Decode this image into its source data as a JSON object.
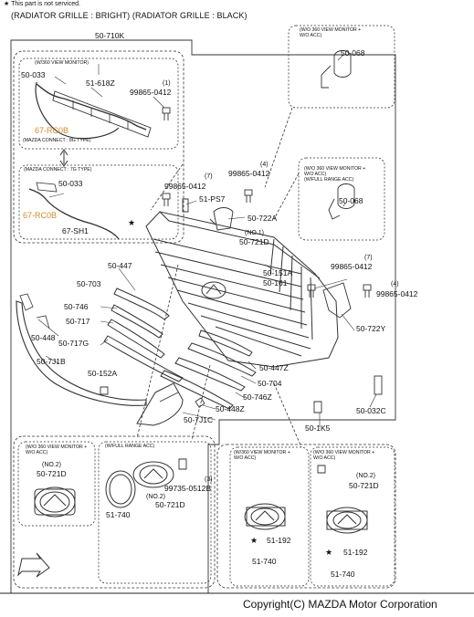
{
  "note": {
    "star": "★",
    "text": "This part is not serviced."
  },
  "header": {
    "text": "(RADIATOR GRILLE : BRIGHT) (RADIATOR GRILLE : BLACK)"
  },
  "copyright": "Copyright(C) MAZDA Motor Corporation",
  "boxes": {
    "w360": "(W/360 VIEW MONITOR)",
    "mc8": "(MAZDA CONNECT : 8G TYPE)",
    "mc7": "(MAZDA CONNECT : 7G TYPE)",
    "wo360_a": "(W/O 360 VIEW MONITOR +\nW/O ACC)",
    "wo360_b": "(W/O 360 VIEW MONITOR +\nW/O ACC)\n(W/FULL RANGE ACC)",
    "bl_wo360": "(W/O 360 VIEW MONITOR +\nW/O ACC)",
    "bl_full": "(W/FULL RANGE ACC)",
    "br_w360": "(W/360 VIEW MONITOR +\nW/O ACC)",
    "br_wo360": "(W/O 360 VIEW MONITOR +\nW/O ACC)"
  },
  "parts": {
    "p50_710K": "50-710K",
    "p50_033a": "50-033",
    "p51_618Z": "51-618Z",
    "p99865_a": "99865-0412",
    "q1": "(1)",
    "p67_RC0B_a": "67-RC0B",
    "p50_033b": "50-033",
    "p67_RC0B_b": "67-RC0B",
    "p67_SH1": "67-SH1",
    "p50_068a": "50-068",
    "p50_068b": "50-068",
    "q7a": "(7)",
    "p99865_b": "99865-0412",
    "q4a": "(4)",
    "p99865_c": "99865-0412",
    "p51_PS7": "51-PS7",
    "p50_722A": "50-722A",
    "no1": "(NO.1)",
    "p50_721D_top": "50-721D",
    "p50_447": "50-447",
    "p50_151A": "50-151A",
    "p50_161": "50-161",
    "q7b": "(7)",
    "p99865_d": "99865-0412",
    "q4b": "(4)",
    "p99865_e": "99865-0412",
    "p50_703": "50-703",
    "p50_746": "50-746",
    "p50_717": "50-717",
    "p50_722Y": "50-722Y",
    "p50_448": "50-448",
    "p50_717G": "50-717G",
    "p50_7J1B": "50-7J1B",
    "p50_447Z": "50-447Z",
    "p50_152A": "50-152A",
    "p50_704": "50-704",
    "p50_746Z": "50-746Z",
    "p50_448Z": "50-448Z",
    "p50_032C": "50-032C",
    "p50_7J1C": "50-7J1C",
    "p50_1K5": "50-1K5",
    "no2a": "(NO.2)",
    "p50_721D_a": "50-721D",
    "p99735": "99735-0512B",
    "q3": "(3)",
    "no2b": "(NO.2)",
    "p50_721D_b": "50-721D",
    "p51_740a": "51-740",
    "no2c": "(NO.2)",
    "p50_721D_c": "50-721D",
    "p51_192a": "51-192",
    "p51_740b": "51-740",
    "p51_192b": "51-192",
    "p51_740c": "51-740",
    "star": "★"
  },
  "colors": {
    "line": "#222222",
    "highlight": "#d08a2a",
    "dashed": "#444444"
  },
  "icons": [
    "front-arrow-icon",
    "star-icon"
  ]
}
